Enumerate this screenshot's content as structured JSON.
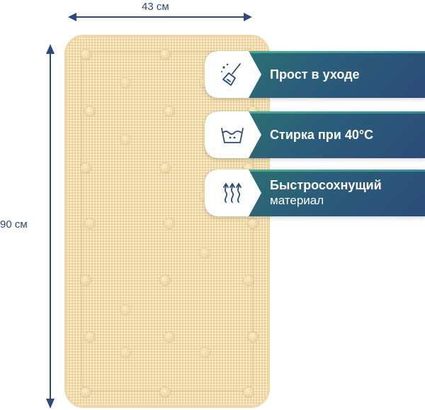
{
  "dimensions": {
    "width_label": "43 см",
    "height_label": "90 см"
  },
  "features": [
    {
      "title": "Прост в уходе",
      "subtitle": "",
      "icon": "cleaning-brush-icon"
    },
    {
      "title": "Стирка при 40°C",
      "subtitle": "",
      "icon": "wash-40-icon"
    },
    {
      "title": "Быстросохнущий",
      "subtitle": "материал",
      "icon": "quick-dry-icon"
    }
  ],
  "colors": {
    "badge_start": "#2a7a6b",
    "badge_end": "#2b4b78",
    "mat": "#f4dfb1",
    "dimension": "#2e4a7a"
  }
}
